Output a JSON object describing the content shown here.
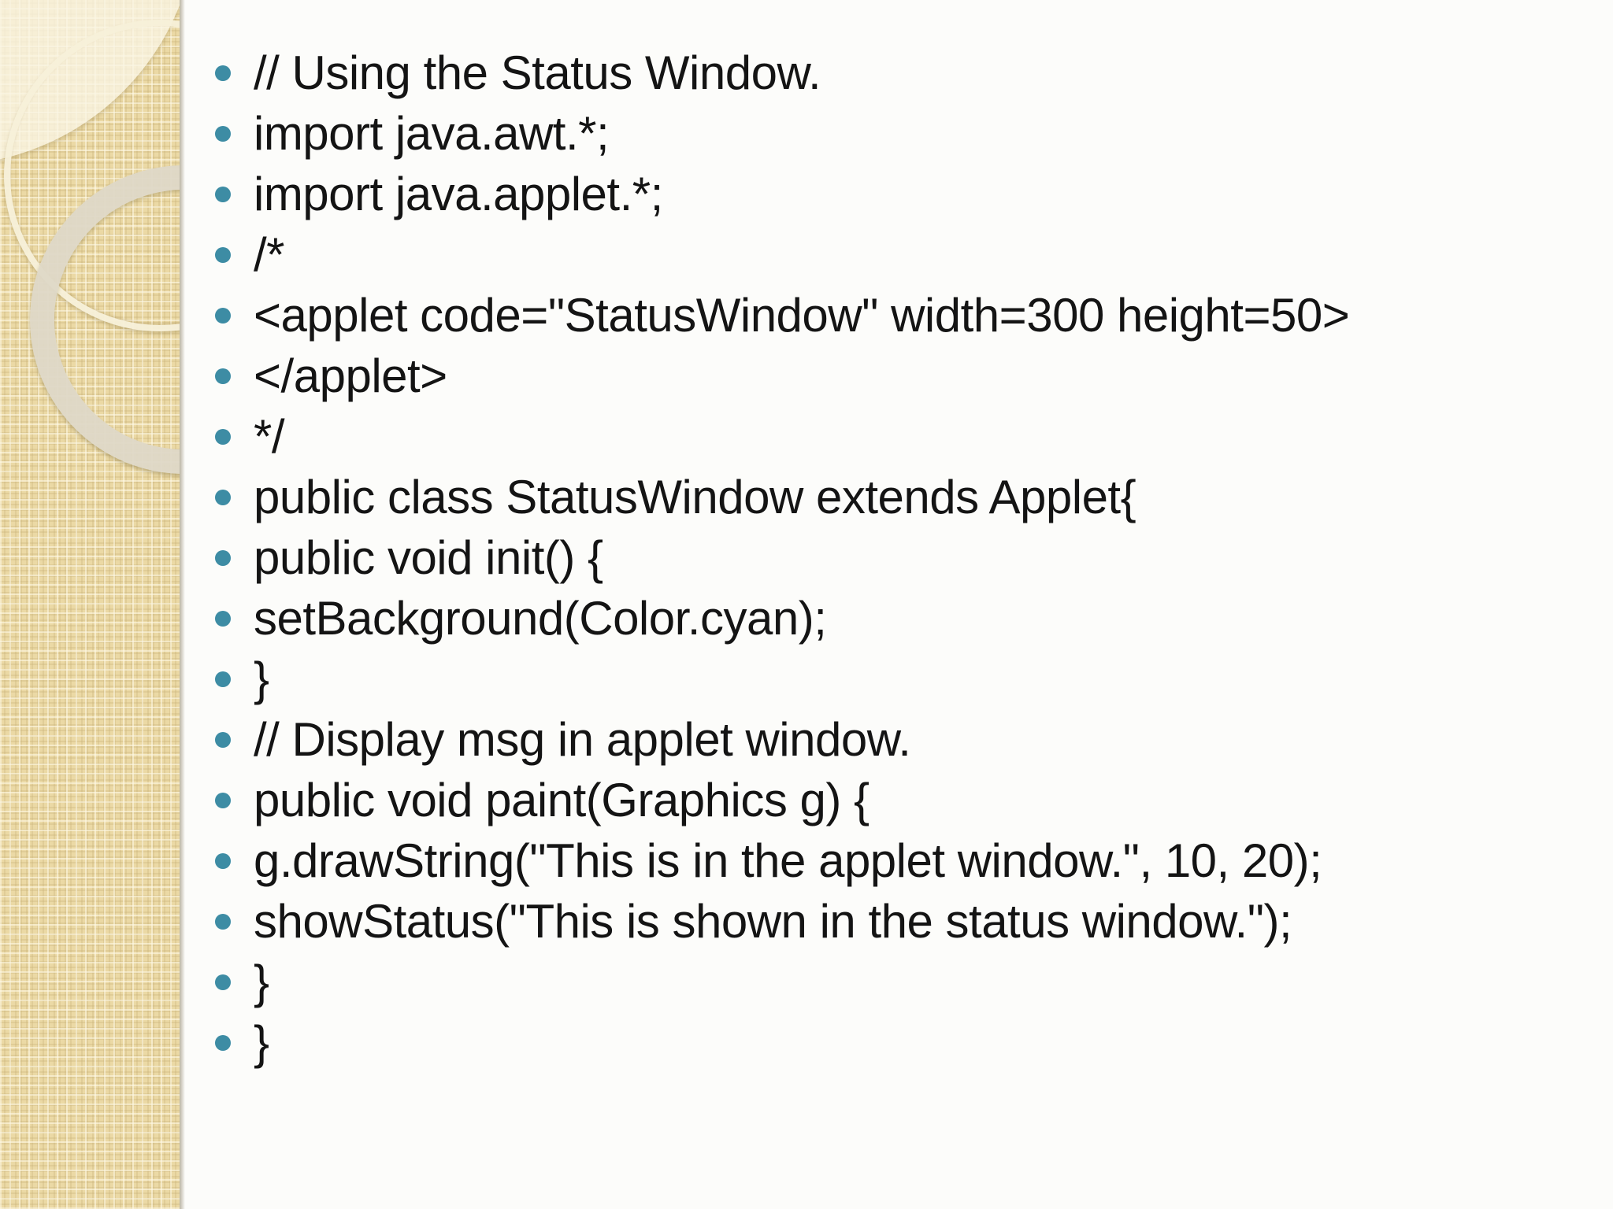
{
  "theme": {
    "content_bg": "#fcfcfa",
    "sidebar_bg": "#ebd9a5",
    "bullet_color": "#3d8ca4",
    "text_color": "#141414"
  },
  "slide": {
    "lines": [
      "// Using the Status Window.",
      "import java.awt.*;",
      "import java.applet.*;",
      "/*",
      "<applet code=\"StatusWindow\" width=300 height=50>",
      "</applet>",
      "*/",
      "public class StatusWindow extends Applet{",
      "public void init() {",
      "setBackground(Color.cyan);",
      "}",
      "// Display msg in applet window.",
      "public void paint(Graphics g) {",
      "g.drawString(\"This is in the applet window.\", 10, 20);",
      "showStatus(\"This is shown in the status window.\");",
      "}",
      "}"
    ]
  }
}
